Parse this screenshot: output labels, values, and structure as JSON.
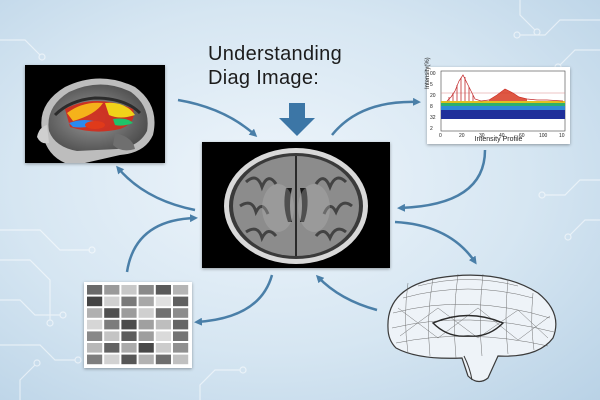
{
  "title": {
    "line1": "Understanding",
    "line2": "Diag Image:"
  },
  "profile": {
    "xlabel": "Intensity Profile",
    "ylabel": "Intensity(%)",
    "yticks": [
      "00",
      "5",
      "20",
      "8",
      "32",
      "2"
    ],
    "xticks": [
      "0",
      "20",
      "30",
      "40",
      "60",
      "100",
      "10"
    ]
  },
  "colors": {
    "arrow": "#4a7fa8",
    "arrow_down": "#3c76a6",
    "background": "#d6e6f2"
  }
}
